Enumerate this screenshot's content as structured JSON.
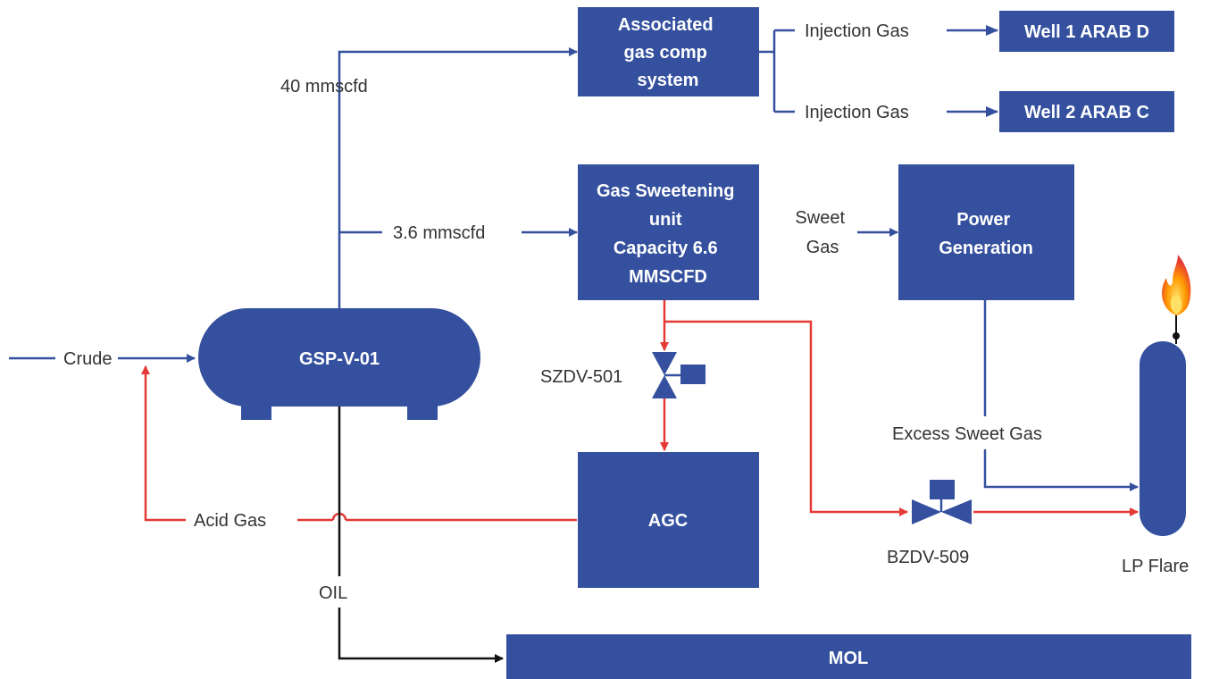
{
  "nodes": {
    "assoc_gas": [
      "Associated",
      "gas comp",
      "system"
    ],
    "well1": "Well 1 ARAB D",
    "well2": "Well 2 ARAB C",
    "sweetening": [
      "Gas Sweetening",
      "unit",
      "Capacity 6.6",
      "MMSCFD"
    ],
    "power": [
      "Power",
      "Generation"
    ],
    "vessel": "GSP-V-01",
    "agc": "AGC",
    "mol": "MOL"
  },
  "labels": {
    "flow_40": "40 mmscfd",
    "flow_36": "3.6 mmscfd",
    "injection1": "Injection Gas",
    "injection2": "Injection Gas",
    "sweet_gas": [
      "Sweet",
      "Gas"
    ],
    "crude": "Crude",
    "szdv": "SZDV-501",
    "excess": "Excess Sweet Gas",
    "acid_gas": "Acid Gas",
    "oil": "OIL",
    "bzdv": "BZDV-509",
    "lp_flare": "LP Flare"
  },
  "colors": {
    "box": "#34509e",
    "gas_line": "#34509e",
    "acid_line": "#e53935",
    "oil_line": "#111111"
  }
}
